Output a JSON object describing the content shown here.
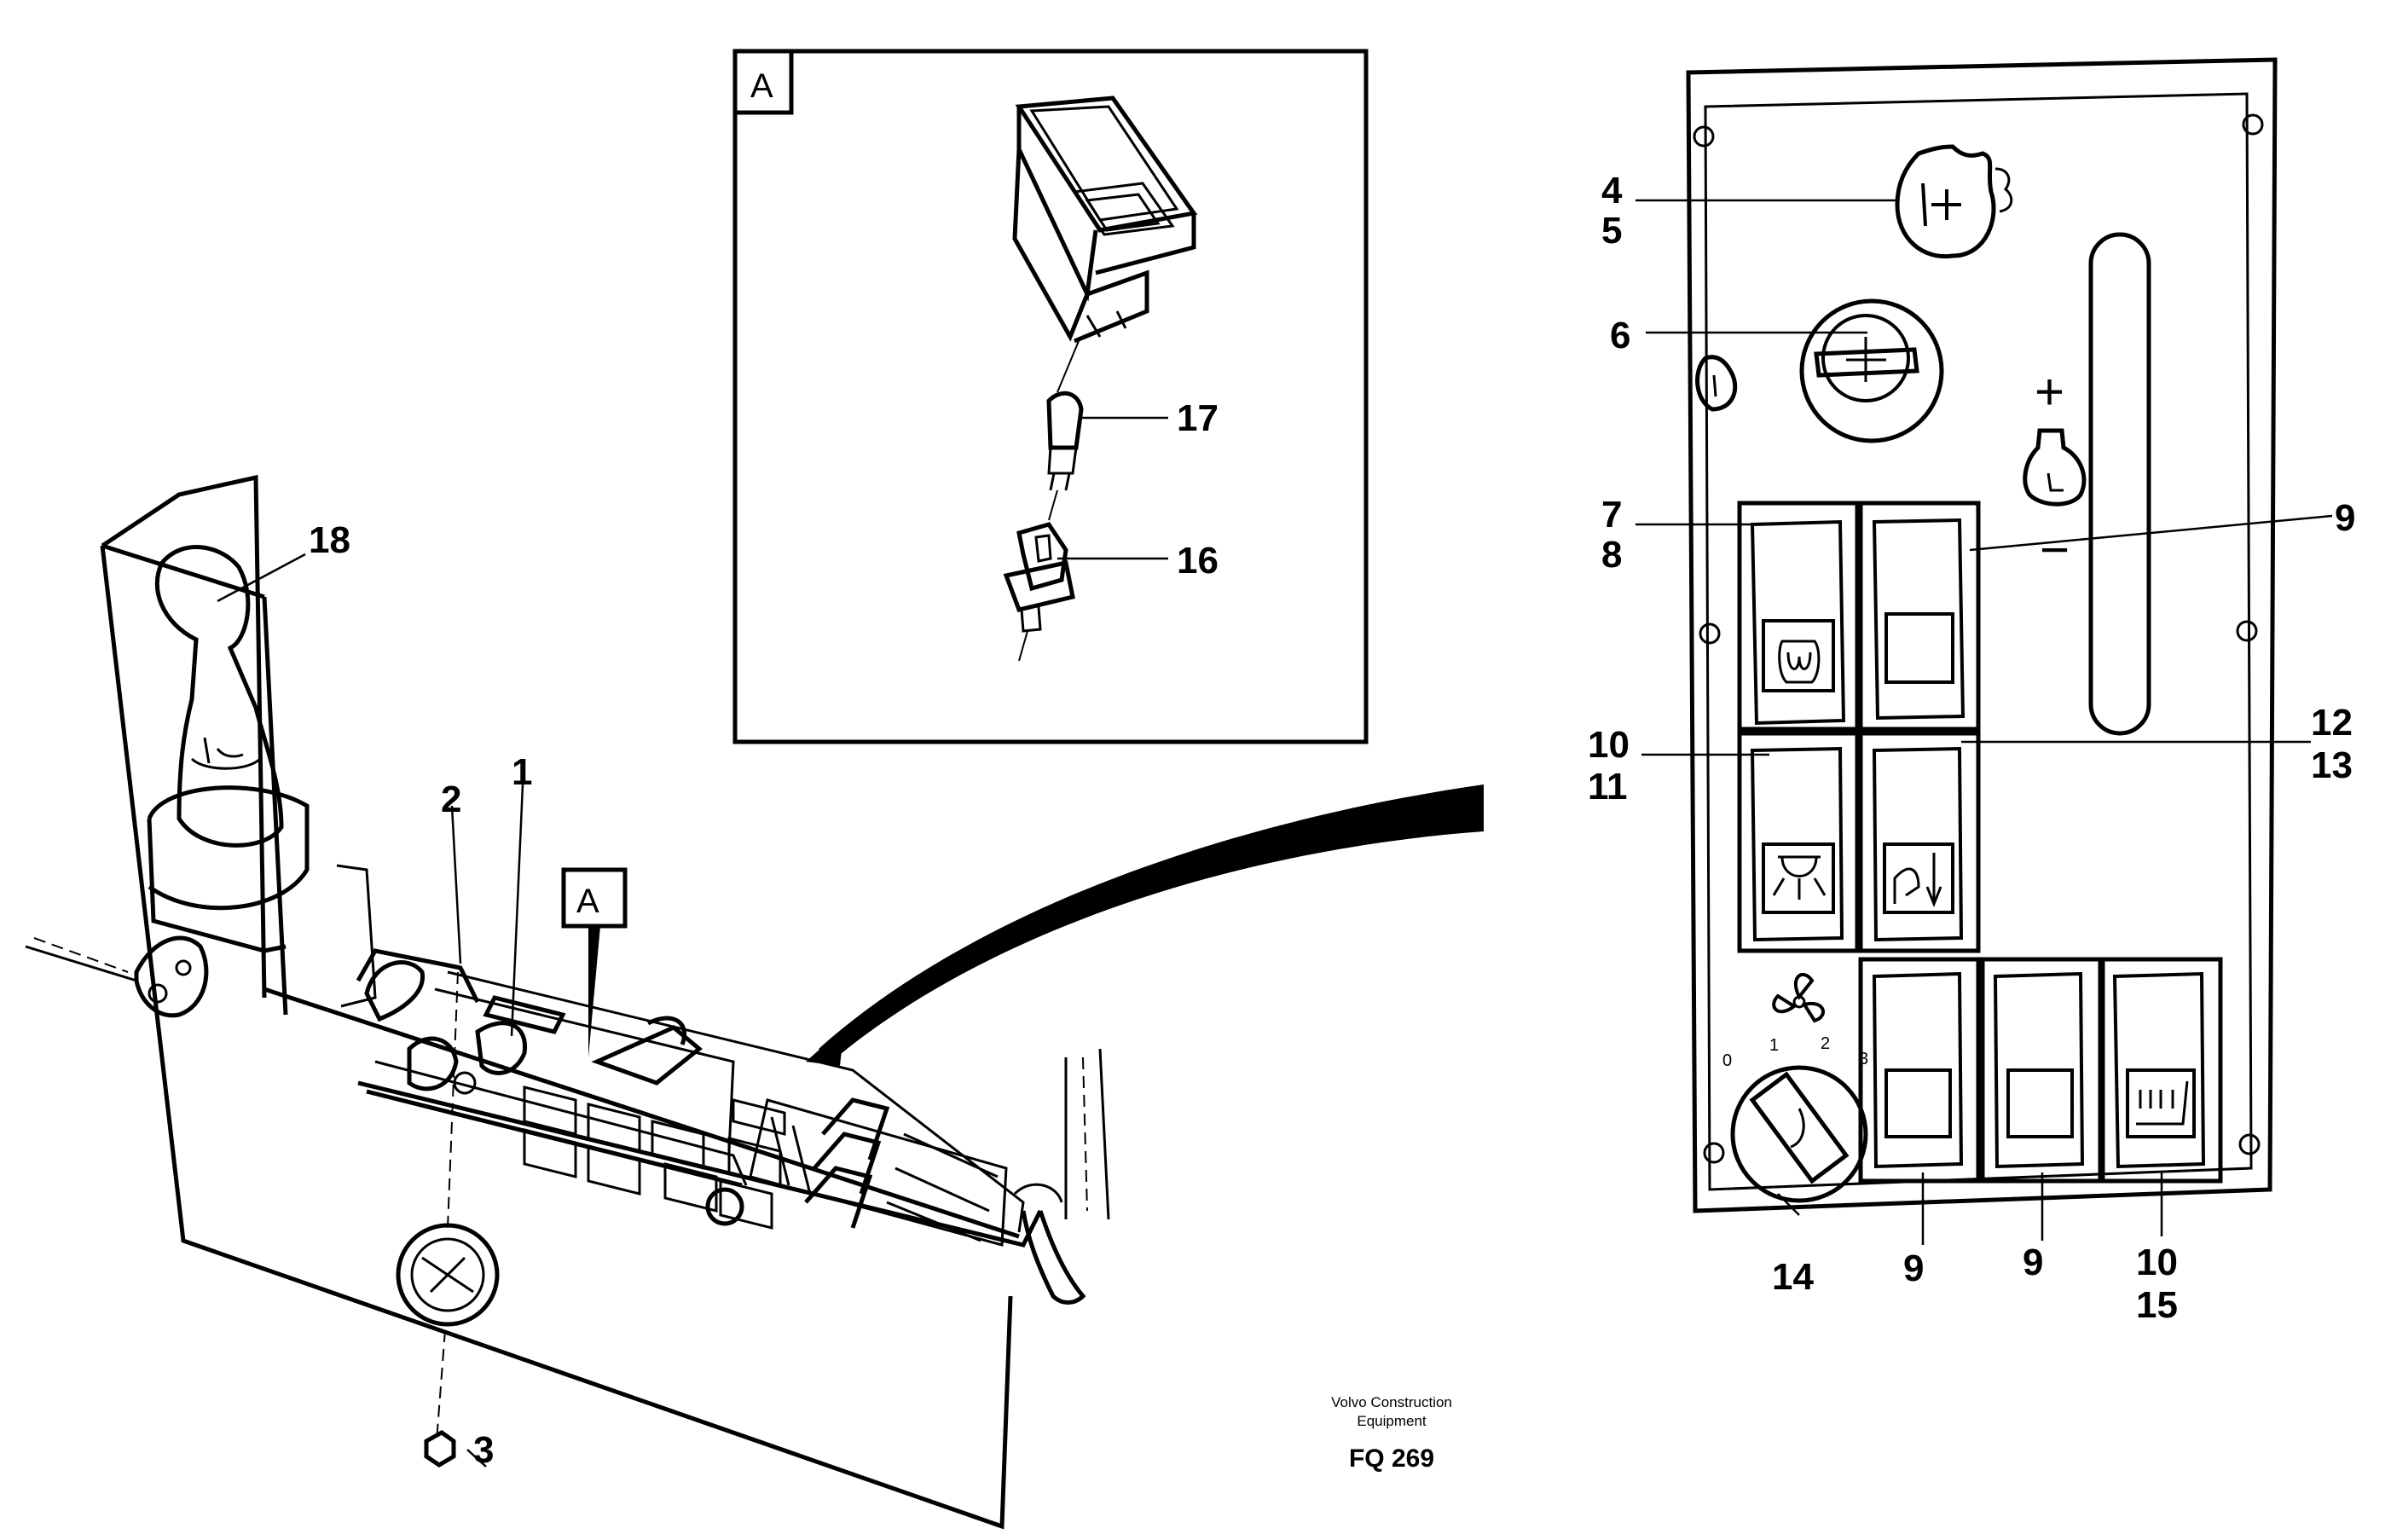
{
  "callouts": {
    "c1": "1",
    "c2": "2",
    "c3": "3",
    "c4": "4",
    "c5": "5",
    "c6": "6",
    "c7": "7",
    "c8": "8",
    "c9": "9",
    "c10": "10",
    "c11": "11",
    "c12": "12",
    "c13": "13",
    "c14": "14",
    "c15": "15",
    "c16": "16",
    "c17": "17",
    "c18": "18"
  },
  "detail_labels": {
    "detail_box": "A",
    "panel_marker": "A"
  },
  "fan_positions": [
    "0",
    "1",
    "2",
    "3"
  ],
  "panel_symbols": {
    "plus": "+",
    "minus": "−"
  },
  "footer": {
    "company_line1": "Volvo Construction",
    "company_line2": "Equipment",
    "figure_code": "FQ 269"
  }
}
